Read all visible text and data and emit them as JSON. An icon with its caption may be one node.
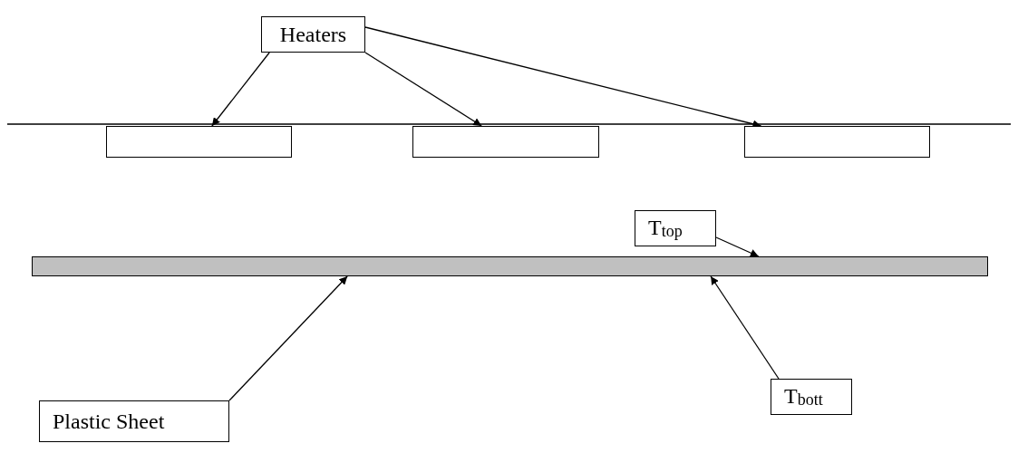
{
  "diagram": {
    "nodes": [
      {
        "text": [
          "Heaters"
        ]
      },
      {
        "text": [],
        "shape": "box"
      },
      {
        "text": [],
        "shape": "box"
      },
      {
        "text": [],
        "shape": "box"
      },
      {
        "text": [
          "T$_{top}$"
        ]
      },
      {
        "text": [],
        "shape": "bar"
      },
      {
        "text": [
          "Plastic Sheet"
        ]
      },
      {
        "text": [
          "T$_{bott}$"
        ]
      }
    ],
    "edges": [
      {
        "from": 0,
        "to": 1,
        "arrow": "to"
      },
      {
        "from": 0,
        "to": 2,
        "arrow": "to"
      },
      {
        "from": 0,
        "to": 3,
        "arrow": "to"
      },
      {
        "from": 4,
        "to": 5,
        "arrow": "to"
      },
      {
        "from": 6,
        "to": 5,
        "arrow": "to"
      },
      {
        "from": 7,
        "to": 5,
        "arrow": "to"
      }
    ]
  }
}
